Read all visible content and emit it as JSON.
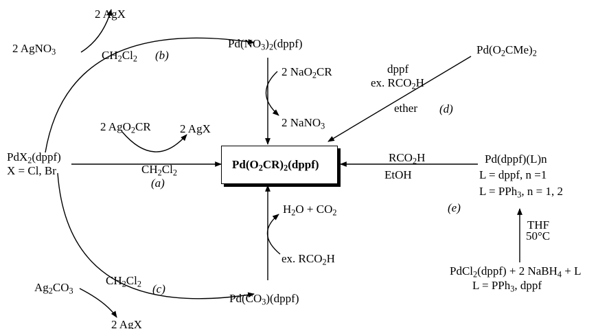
{
  "compounds": {
    "pdx2": "PdX2(dppf)",
    "pdx2_note": "X = Cl, Br",
    "pd_no3": "Pd(NO3)2(dppf)",
    "pd_oac": "Pd(O2CMe)2",
    "product": "Pd(O2CR)2(dppf)",
    "pd_dppf_l": "Pd(dppf)(L)n",
    "pd_dppf_l_note1": "L = dppf, n =1",
    "pd_dppf_l_note2": "L = PPh3, n = 1, 2",
    "pd_co3": "Pd(CO3)(dppf)",
    "start_e": "PdCl2(dppf) + 2 NaBH4 + L",
    "start_e_note": "L = PPh3, dppf"
  },
  "reagents": {
    "b_in": "2 AgNO3",
    "b_out": "2 AgX",
    "b_solvent": "CH2Cl2",
    "a_in": "2 AgO2CR",
    "a_out": "2 AgX",
    "a_solvent": "CH2Cl2",
    "c_in": "Ag2CO3",
    "c_out": "2 AgX",
    "c_solvent": "CH2Cl2",
    "no3_in": "2 NaO2CR",
    "no3_out": "2 NaNO3",
    "d_reagent1": "dppf",
    "d_reagent2": "ex. RCO2H",
    "d_solvent": "ether",
    "e_reagent": "RCO2H",
    "e_solvent": "EtOH",
    "co3_in": "ex. RCO2H",
    "co3_out": "H2O + CO2",
    "thf": "THF",
    "temp": "50°C"
  },
  "labels": {
    "a": "(a)",
    "b": "(b)",
    "c": "(c)",
    "d": "(d)",
    "e": "(e)"
  }
}
